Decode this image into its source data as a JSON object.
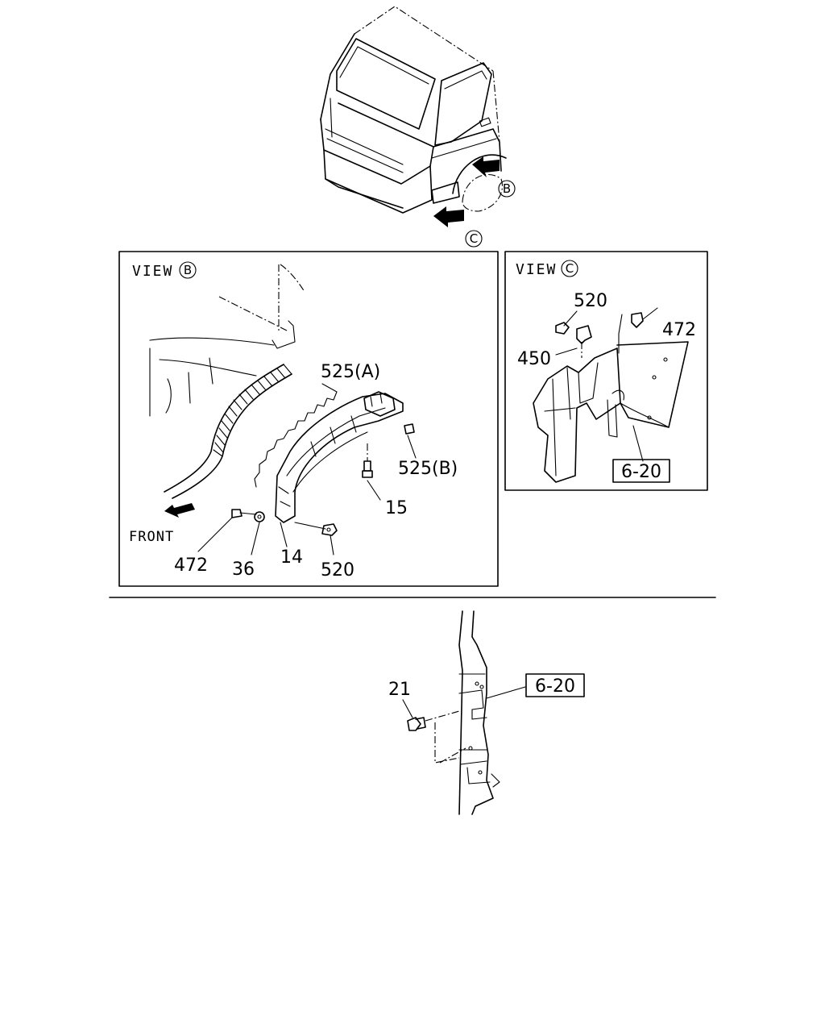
{
  "callouts": {
    "b": "B",
    "c": "C"
  },
  "view_b": {
    "title": "VIEW",
    "letter": "B",
    "front": "FRONT",
    "parts": {
      "p525a": "525(A)",
      "p525b": "525(B)",
      "p15": "15",
      "p472": "472",
      "p36": "36",
      "p14": "14",
      "p520": "520"
    }
  },
  "view_c": {
    "title": "VIEW",
    "letter": "C",
    "parts": {
      "p520": "520",
      "p472": "472",
      "p450": "450",
      "ref": "6-20"
    }
  },
  "lower": {
    "parts": {
      "p21": "21",
      "ref": "6-20"
    }
  }
}
